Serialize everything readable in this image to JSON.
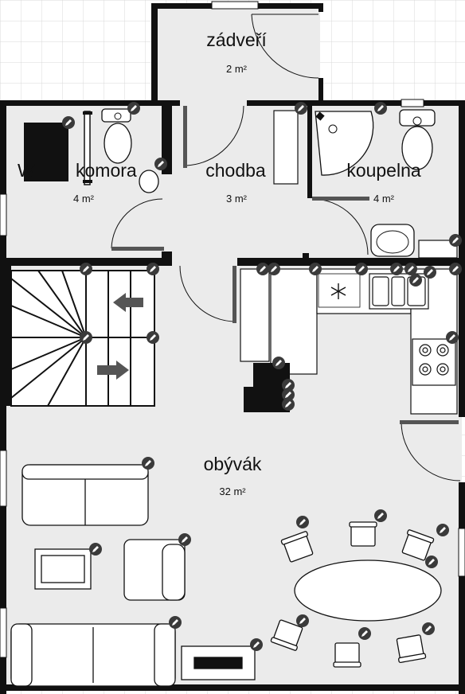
{
  "rooms": {
    "zadveri": {
      "name": "zádveří",
      "area": "2 m²"
    },
    "chodba": {
      "name": "chodba",
      "area": "3 m²"
    },
    "koupelna": {
      "name": "koupelna",
      "area": "4 m²"
    },
    "komora": {
      "name": "komora",
      "name_prefix": "W",
      "area": "4 m²"
    },
    "obyvak": {
      "name": "obývák",
      "area": "32 m²"
    }
  },
  "colors": {
    "floor": "#ebebeb",
    "wall": "#111111",
    "grid": "#d9d9d9",
    "edit_button": "#3a3a3a"
  },
  "icons": {
    "edit": "pencil-icon",
    "stairs_down": "arrow-left-icon",
    "stairs_up": "arrow-right-icon",
    "freezer": "snowflake-icon"
  }
}
